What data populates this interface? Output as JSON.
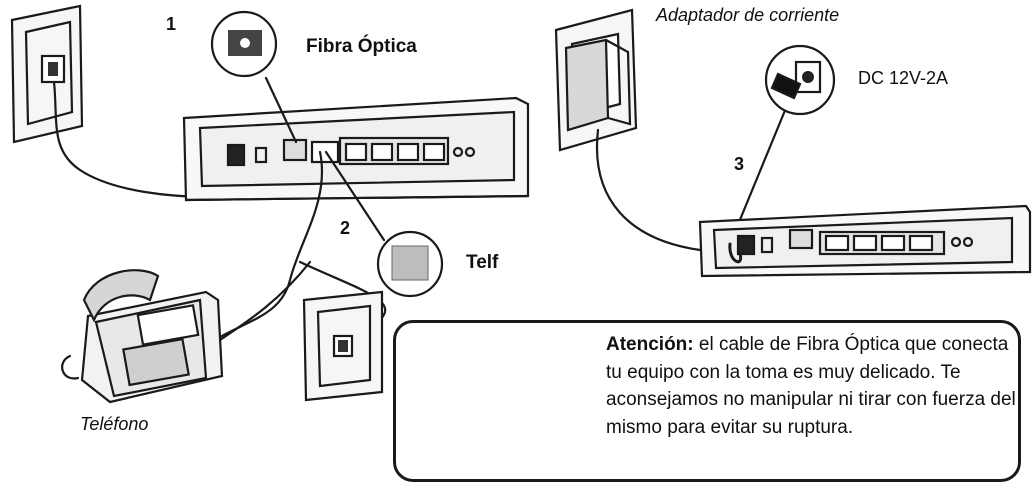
{
  "steps": {
    "one": "1",
    "two": "2",
    "three": "3"
  },
  "labels": {
    "fibra_optica": "Fibra Óptica",
    "telf": "Telf",
    "adaptador": "Adaptador de corriente",
    "dc": "DC 12V-2A",
    "telefono": "Teléfono"
  },
  "warning": {
    "title": "Atención:",
    "body": " el cable de Fibra Óptica que conecta tu equipo con la toma es muy delicado. Te aconsejamos no manipular ni tirar con fuerza del mismo para evitar su ruptura."
  },
  "icons": [
    "wall-socket-icon",
    "router-icon",
    "telephone-icon",
    "power-adapter-icon",
    "warning-triangle-icon"
  ],
  "colors": {
    "line": "#1a1a1a",
    "panel": "#f4f4f4",
    "port_fill": "#cfcfcf"
  }
}
